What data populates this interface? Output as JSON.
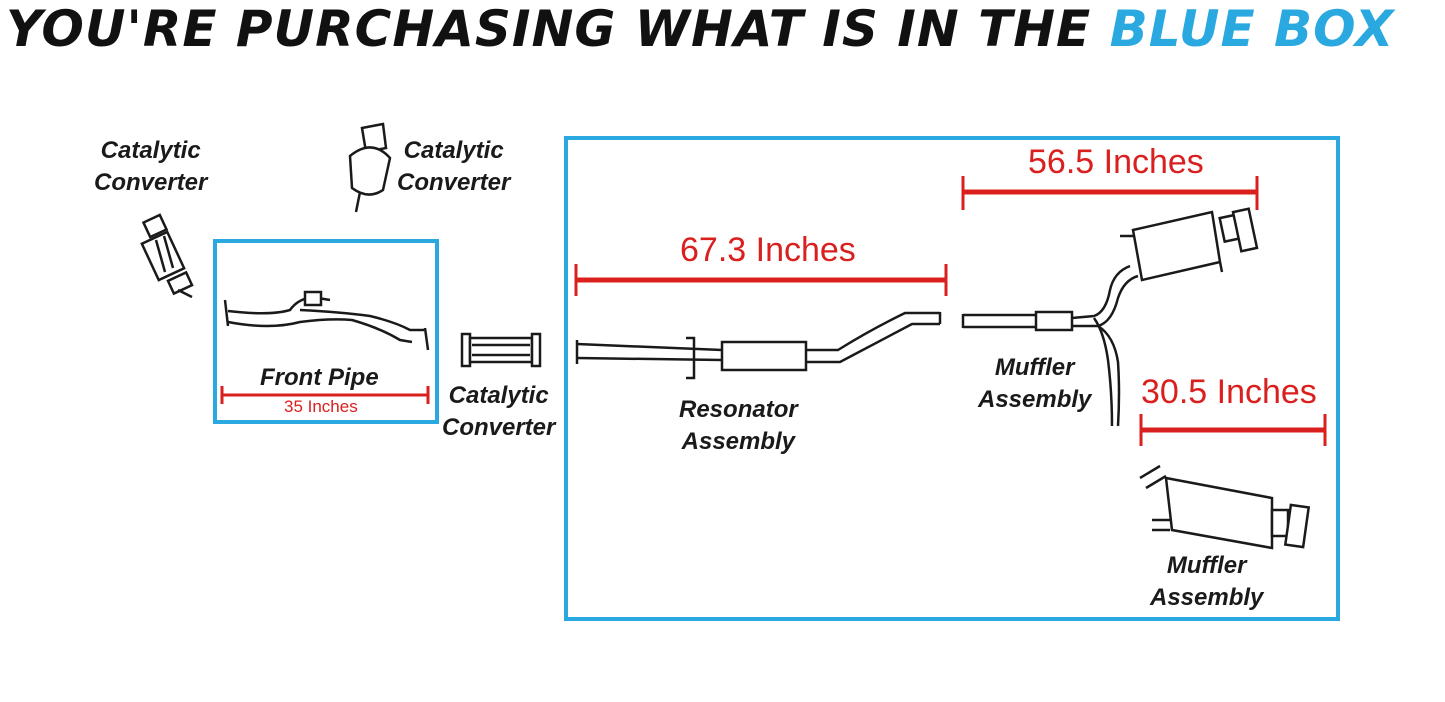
{
  "banner": {
    "text_dark": "YOU'RE PURCHASING WHAT IS IN THE",
    "text_blue": "BLUE BOX",
    "accent_color": "#2aa8e0"
  },
  "labels": {
    "cat_converter_1": [
      "Catalytic",
      "Converter"
    ],
    "cat_converter_2": [
      "Catalytic",
      "Converter"
    ],
    "cat_converter_3": [
      "Catalytic",
      "Converter"
    ],
    "front_pipe": "Front Pipe",
    "resonator": [
      "Resonator",
      "Assembly"
    ],
    "muffler_1": [
      "Muffler",
      "Assembly"
    ],
    "muffler_2": [
      "Muffler",
      "Assembly"
    ]
  },
  "dimensions": {
    "front_pipe": "35 Inches",
    "resonator": "67.3 Inches",
    "muffler_upper": "56.5 Inches",
    "muffler_lower": "30.5 Inches"
  },
  "colors": {
    "box": "#2aa8e0",
    "dimension": "#d9201f",
    "line": "#1a1a1a"
  }
}
